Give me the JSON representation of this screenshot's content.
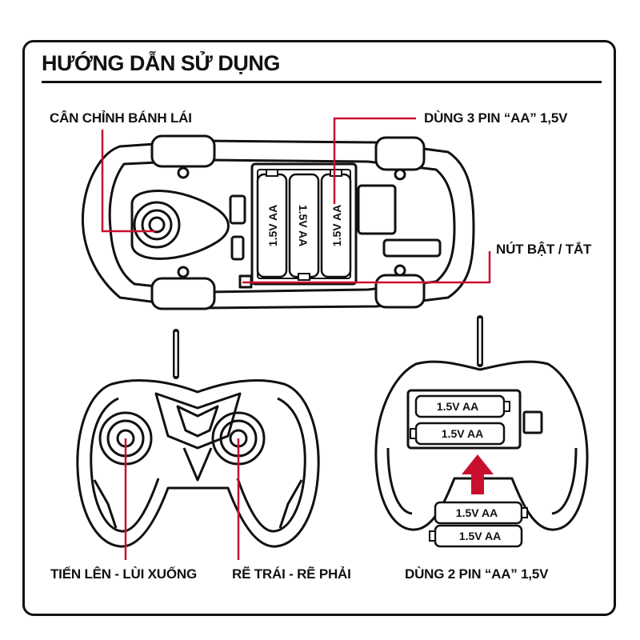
{
  "title": "HƯỚNG DẪN SỬ DỤNG",
  "labels": {
    "steering": "CÂN CHỈNH BÁNH LÁI",
    "battery_car": "DÙNG 3 PIN “AA” 1,5V",
    "switch": "NÚT BẬT / TẮT",
    "forward_back": "TIẾN LÊN - LÙI XUỐNG",
    "left_right": "RẼ TRÁI - RẼ PHẢI",
    "battery_remote": "DÙNG 2 PIN “AA” 1,5V"
  },
  "battery_label": "1.5V AA",
  "colors": {
    "accent": "#c8102e",
    "ink": "#111111",
    "background": "#ffffff"
  }
}
